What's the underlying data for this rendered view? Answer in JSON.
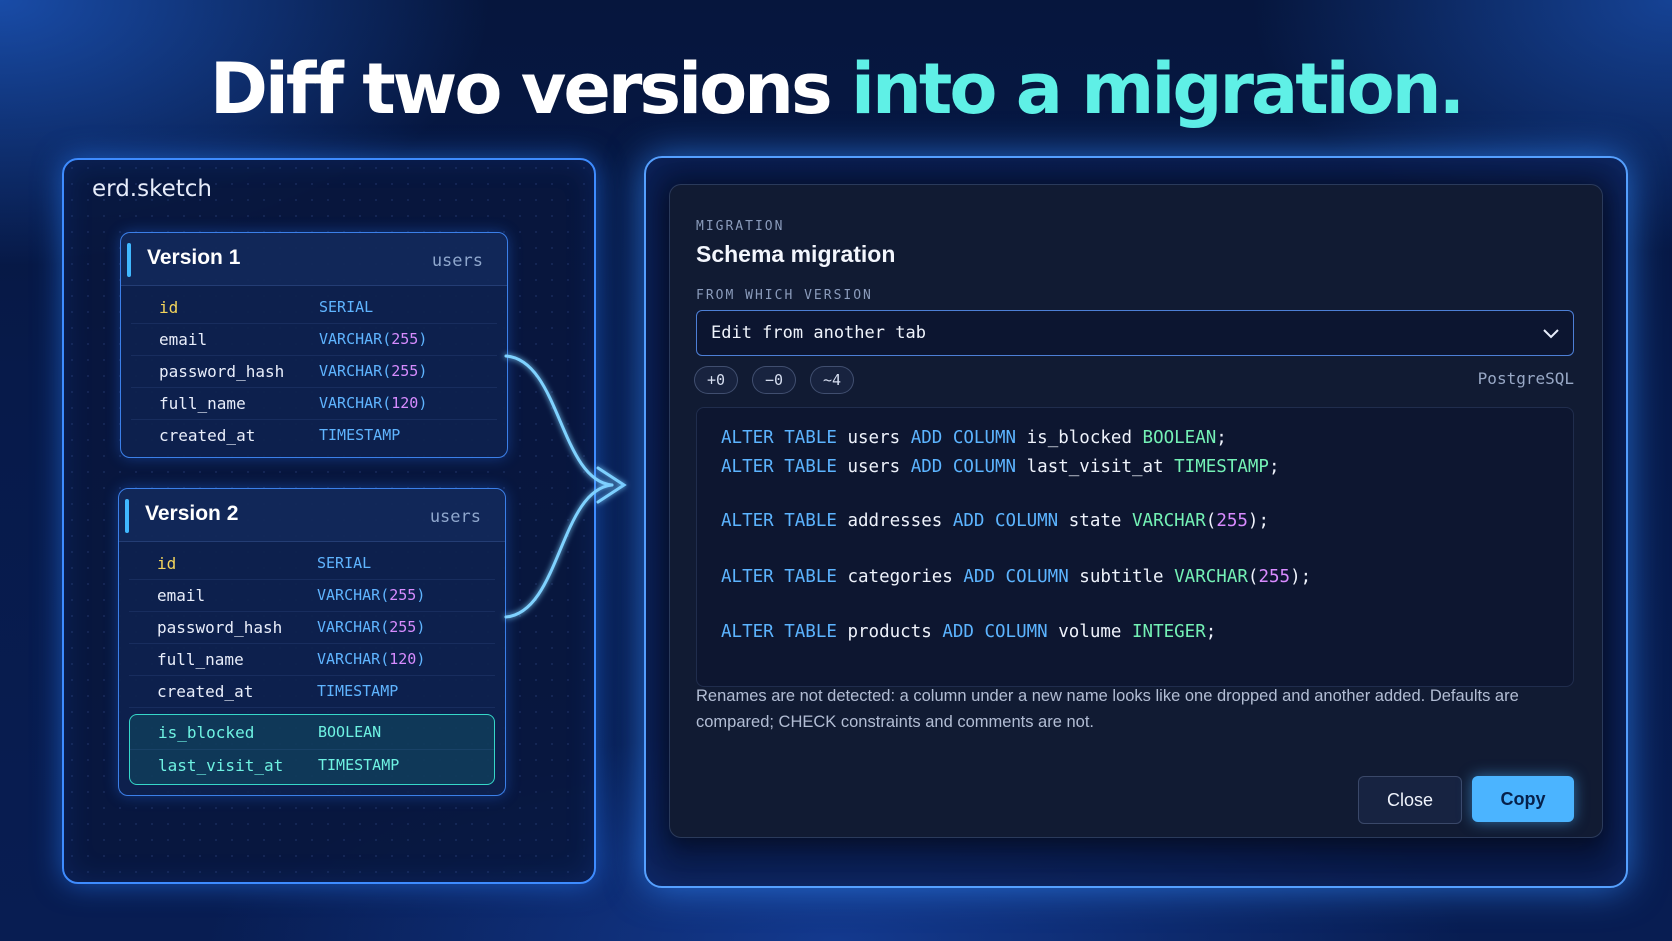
{
  "headline": {
    "part1": "Diff two versions",
    "part2": "into a migration."
  },
  "app": {
    "title": "erd.sketch"
  },
  "versions": [
    {
      "title": "Version 1",
      "table": "users",
      "columns": [
        {
          "name": "id",
          "type": "SERIAL",
          "len": ""
        },
        {
          "name": "email",
          "type": "VARCHAR",
          "len": "255"
        },
        {
          "name": "password_hash",
          "type": "VARCHAR",
          "len": "255"
        },
        {
          "name": "full_name",
          "type": "VARCHAR",
          "len": "120"
        },
        {
          "name": "created_at",
          "type": "TIMESTAMP",
          "len": ""
        }
      ]
    },
    {
      "title": "Version 2",
      "table": "users",
      "columns": [
        {
          "name": "id",
          "type": "SERIAL",
          "len": ""
        },
        {
          "name": "email",
          "type": "VARCHAR",
          "len": "255"
        },
        {
          "name": "password_hash",
          "type": "VARCHAR",
          "len": "255"
        },
        {
          "name": "full_name",
          "type": "VARCHAR",
          "len": "120"
        },
        {
          "name": "created_at",
          "type": "TIMESTAMP",
          "len": ""
        }
      ],
      "added_columns": [
        {
          "name": "is_blocked",
          "type": "BOOLEAN"
        },
        {
          "name": "last_visit_at",
          "type": "TIMESTAMP"
        }
      ]
    }
  ],
  "dialog": {
    "kicker": "MIGRATION",
    "title": "Schema migration",
    "field_label": "FROM WHICH VERSION",
    "select_value": "Edit from another tab",
    "chips": {
      "added": "+0",
      "removed": "−0",
      "changed": "~4"
    },
    "dialect": "PostgreSQL",
    "sql": [
      {
        "table": "users",
        "column": "is_blocked",
        "type": "BOOLEAN",
        "len": ""
      },
      {
        "table": "users",
        "column": "last_visit_at",
        "type": "TIMESTAMP",
        "len": ""
      },
      {
        "table": "addresses",
        "column": "state",
        "type": "VARCHAR",
        "len": "255"
      },
      {
        "table": "categories",
        "column": "subtitle",
        "type": "VARCHAR",
        "len": "255"
      },
      {
        "table": "products",
        "column": "volume",
        "type": "INTEGER",
        "len": ""
      }
    ],
    "sql_keywords": {
      "alter": "ALTER",
      "table": "TABLE",
      "add": "ADD",
      "column": "COLUMN"
    },
    "note": "Renames are not detected: a column under a new name looks like one dropped and another added. Defaults are compared; CHECK constraints and comments are not.",
    "close_label": "Close",
    "copy_label": "Copy"
  },
  "colors": {
    "accent_teal": "#5ff0e6",
    "keyword_blue": "#5cb4ff",
    "type_green": "#74f2b6",
    "number_purple": "#d98bff",
    "primary_key_yellow": "#f2d45c",
    "copy_button": "#4bb4ff"
  },
  "icons": {
    "select_chevron": "chevron-down-icon",
    "flow_arrow": "merge-arrow-icon"
  }
}
